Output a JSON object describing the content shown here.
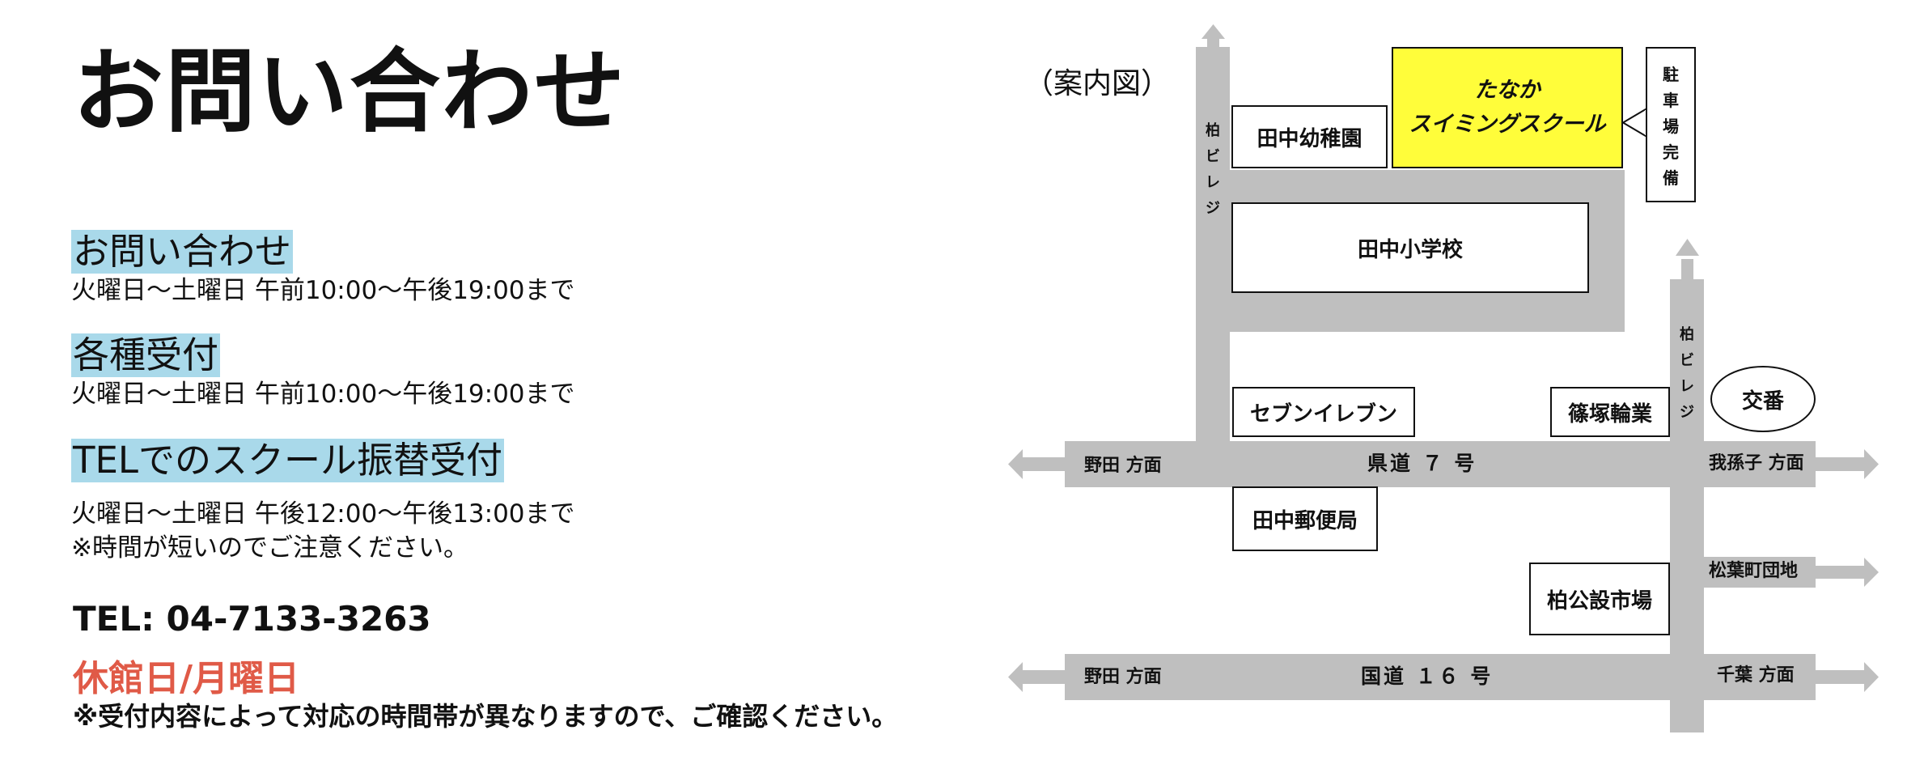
{
  "page": {
    "title": "お問い合わせ"
  },
  "sections": [
    {
      "heading": "お問い合わせ",
      "lines": [
        "火曜日〜土曜日 午前10:00〜午後19:00まで"
      ]
    },
    {
      "heading": "各種受付",
      "lines": [
        "火曜日〜土曜日 午前10:00〜午後19:00まで"
      ]
    },
    {
      "heading": "TELでのスクール振替受付",
      "lines": [
        "火曜日〜土曜日 午後12:00〜午後13:00まで",
        "※時間が短いのでご注意ください。"
      ]
    }
  ],
  "contact": {
    "tel": "TEL:  04-7133-3263",
    "closed_day": "休館日/月曜日",
    "notice": "※受付内容によって対応の時間帯が異なりますので、ご確認ください。"
  },
  "map": {
    "caption": "（案内図）",
    "places": {
      "school_line1": "たなか",
      "school_line2": "スイミングスクール",
      "kindergarten": "田中幼稚園",
      "elementary": "田中小学校",
      "seven_eleven": "セブンイレブン",
      "shinozuka": "篠塚輪業",
      "police_box": "交番",
      "post_office": "田中郵便局",
      "market": "柏公設市場"
    },
    "parking": [
      "駐",
      "車",
      "場",
      "完",
      "備"
    ],
    "side_road_left": [
      "柏",
      "ビ",
      "レ",
      "ジ"
    ],
    "side_road_right": [
      "柏",
      "ビ",
      "レ",
      "ジ"
    ],
    "roads": {
      "prefectural": "県道 ７ 号",
      "national": "国道 １６ 号"
    },
    "directions": {
      "noda_upper": "野田 方面",
      "abiko": "我孫子 方面",
      "matsubacho": "松葉町団地",
      "noda_lower": "野田 方面",
      "chiba": "千葉 方面"
    },
    "colors": {
      "road": "#bfbfbf",
      "school_highlight": "#fffd3a",
      "section_highlight": "#a9d9ea",
      "closed_day": "#e05a47"
    }
  }
}
